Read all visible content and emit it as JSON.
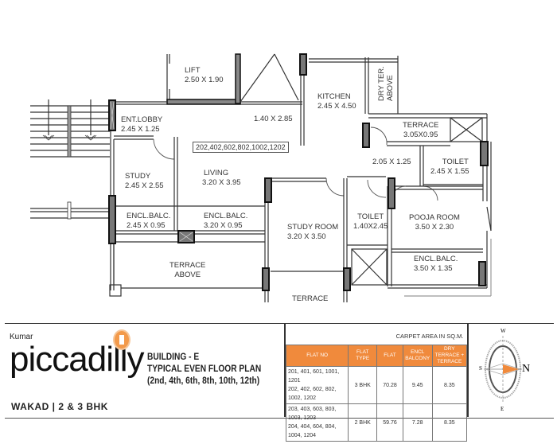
{
  "floor_plan": {
    "rooms": [
      {
        "name": "LIFT",
        "size": "2.50 X 1.90"
      },
      {
        "name": "ENT.LOBBY",
        "size": "2.45 X 1.25"
      },
      {
        "name": "",
        "size": "1.40 X 2.85"
      },
      {
        "name": "KITCHEN",
        "size": "2.45 X 4.50"
      },
      {
        "name": "DRY TER.",
        "size": "ABOVE"
      },
      {
        "name": "TERRACE",
        "size": "3.05X0.95"
      },
      {
        "name": "",
        "size": "2.05 X 1.25"
      },
      {
        "name": "TOILET",
        "size": "2.45 X 1.55"
      },
      {
        "name": "STUDY",
        "size": "2.45 X 2.55"
      },
      {
        "name": "LIVING",
        "size": "3.20 X 3.95"
      },
      {
        "name": "ENCL.BALC.",
        "size": "2.45 X 0.95"
      },
      {
        "name": "ENCL.BALC.",
        "size": "3.20 X 0.95"
      },
      {
        "name": "STUDY ROOM",
        "size": "3.20 X 3.50"
      },
      {
        "name": "TOILET",
        "size": "1.40X2.45"
      },
      {
        "name": "POOJA ROOM",
        "size": "3.50 X 2.30"
      },
      {
        "name": "ENCL.BALC.",
        "size": "3.50 X 1.35"
      },
      {
        "name": "TERRACE",
        "size": "ABOVE"
      },
      {
        "name": "TERRACE",
        "size": ""
      }
    ],
    "flat_numbers_tag": "202,402,602,802,1002,1202"
  },
  "footer": {
    "brand_small": "Kumar",
    "brand_name": "piccadilly",
    "brand_sub": "WAKAD  |  2 & 3 BHK",
    "building": "BUILDING - E",
    "plan_title": "TYPICAL EVEN FLOOR PLAN",
    "floors": "(2nd, 4th, 6th, 8th, 10th, 12th)",
    "accent_color": "#f08a3c"
  },
  "area_table": {
    "caption": "CARPET AREA IN SQ.M.",
    "headers": [
      "FLAT NO",
      "FLAT TYPE",
      "FLAT",
      "ENCL BALCONY",
      "DRY TERRACE + TERRACE"
    ],
    "rows": [
      {
        "flats_line1": "201, 401, 601, 1001, 1201",
        "flats_line2": "202, 402, 602, 802, 1002, 1202",
        "type": "3 BHK",
        "flat": "70.28",
        "balcony": "9.45",
        "terrace": "8.35"
      },
      {
        "flats_line1": "203, 403, 603, 803, 1003, 1203",
        "flats_line2": "204, 404, 604, 804, 1004, 1204",
        "type": "2 BHK",
        "flat": "59.76",
        "balcony": "7.28",
        "terrace": "8.35"
      }
    ]
  },
  "compass": {
    "n": "N",
    "s": "S",
    "e": "E",
    "w": "W"
  }
}
